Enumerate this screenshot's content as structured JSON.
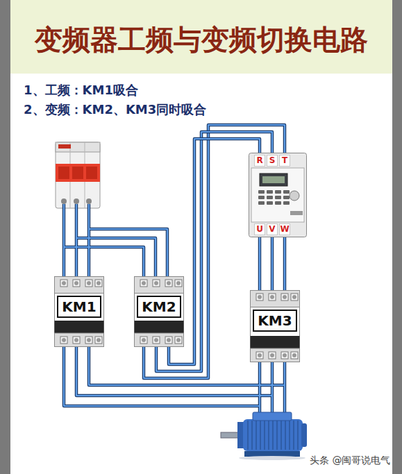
{
  "diagram": {
    "title": "变频器工频与变频切换电路",
    "nodes": [
      {
        "text": [
          "KM1"
        ]
      },
      {
        "text": [
          "KM2"
        ]
      },
      {
        "text": [
          "KM3"
        ]
      },
      {
        "text": [
          "R",
          "S",
          "T",
          "U",
          "V",
          "W"
        ]
      }
    ],
    "edges": [
      {
        "from": 1,
        "to": 3,
        "arrow": "none"
      },
      {
        "from": 3,
        "to": 2,
        "arrow": "none"
      }
    ],
    "labels": [
      "1、工频：KM1吸合",
      "2、变频：KM2、KM3同时吸合",
      "头条 @闽哥说电气"
    ]
  }
}
